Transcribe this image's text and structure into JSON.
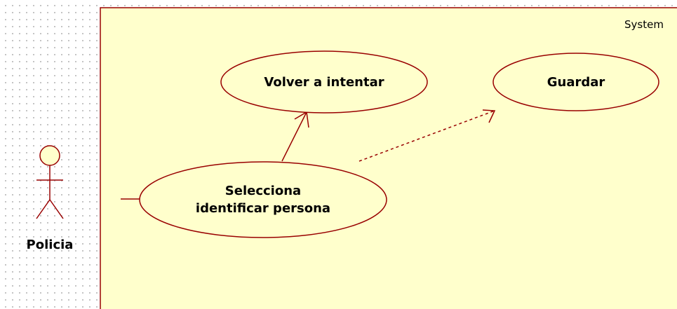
{
  "system": {
    "label": "System"
  },
  "actor": {
    "name": "Policia"
  },
  "use_cases": {
    "retry": "Volver a intentar",
    "save": "Guardar",
    "select_line1": "Selecciona",
    "select_line2": "identificar persona"
  },
  "colors": {
    "boundary_fill": "#FFFFCC",
    "outline": "#990000",
    "background": "#FFFFFF"
  }
}
